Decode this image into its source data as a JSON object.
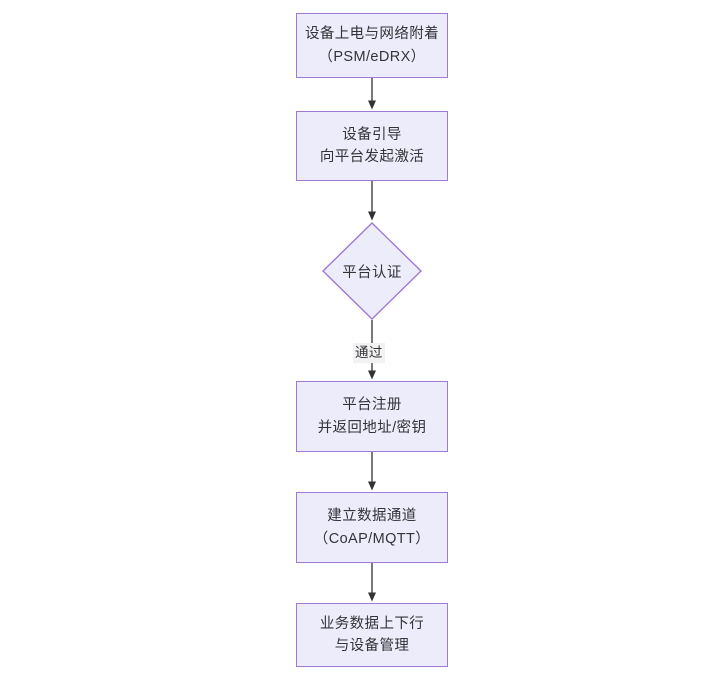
{
  "diagram": {
    "type": "flowchart",
    "orientation": "top-to-bottom",
    "colors": {
      "node_fill": "#ececfb",
      "node_border": "#9f7ad6",
      "text": "#333338",
      "connector": "#333333",
      "edge_label_background": "#f2f2f2",
      "canvas_background": "#ffffff"
    },
    "nodes": [
      {
        "id": "node-power-on",
        "shape": "rectangle",
        "line1": "设备上电与网络附着",
        "line2": "（PSM/eDRX）"
      },
      {
        "id": "node-bootstrap",
        "shape": "rectangle",
        "line1": "设备引导",
        "line2": "向平台发起激活"
      },
      {
        "id": "node-platform-auth",
        "shape": "diamond",
        "line1": "平台认证",
        "line2": ""
      },
      {
        "id": "node-platform-register",
        "shape": "rectangle",
        "line1": "平台注册",
        "line2": "并返回地址/密钥"
      },
      {
        "id": "node-data-channel",
        "shape": "rectangle",
        "line1": "建立数据通道",
        "line2": "（CoAP/MQTT）"
      },
      {
        "id": "node-service-data",
        "shape": "rectangle",
        "line1": "业务数据上下行",
        "line2": "与设备管理"
      }
    ],
    "edges": [
      {
        "from": "node-power-on",
        "to": "node-bootstrap",
        "label": ""
      },
      {
        "from": "node-bootstrap",
        "to": "node-platform-auth",
        "label": ""
      },
      {
        "from": "node-platform-auth",
        "to": "node-platform-register",
        "label": "通过"
      },
      {
        "from": "node-platform-register",
        "to": "node-data-channel",
        "label": ""
      },
      {
        "from": "node-data-channel",
        "to": "node-service-data",
        "label": ""
      }
    ]
  }
}
